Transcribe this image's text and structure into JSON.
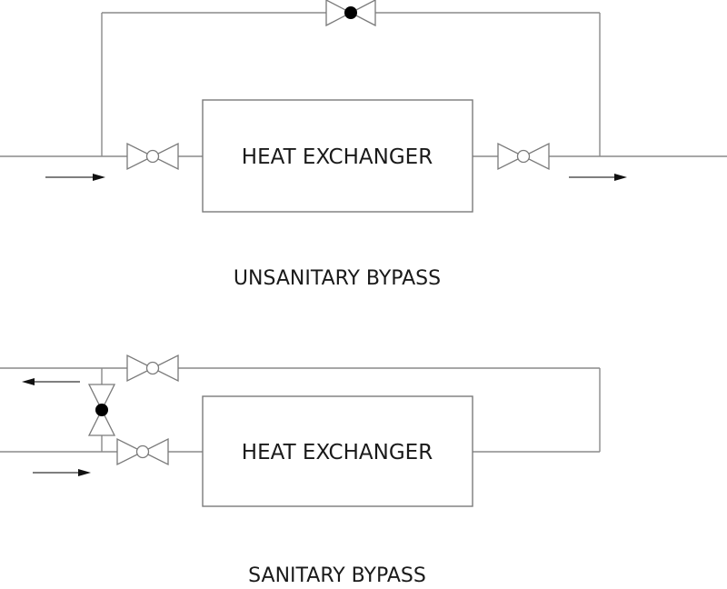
{
  "diagrams": {
    "unsanitary": {
      "exchanger_label": "HEAT EXCHANGER",
      "caption": "UNSANITARY BYPASS",
      "valves": [
        {
          "role": "bypass-valve",
          "state": "closed",
          "icon": "bow-tie-valve-filled-ball"
        },
        {
          "role": "inlet-valve",
          "state": "open",
          "icon": "bow-tie-valve-open-ball"
        },
        {
          "role": "outlet-valve",
          "state": "open",
          "icon": "bow-tie-valve-open-ball"
        }
      ],
      "flow_arrows": [
        "right",
        "right"
      ]
    },
    "sanitary": {
      "exchanger_label": "HEAT EXCHANGER",
      "caption": "SANITARY BYPASS",
      "valves": [
        {
          "role": "return-valve",
          "state": "open",
          "icon": "bow-tie-valve-open-ball"
        },
        {
          "role": "crossover-valve",
          "state": "closed",
          "icon": "bow-tie-valve-filled-ball"
        },
        {
          "role": "inlet-valve",
          "state": "open",
          "icon": "bow-tie-valve-open-ball"
        }
      ],
      "flow_arrows": [
        "left",
        "right"
      ]
    }
  },
  "colors": {
    "pipe": "#8a8a8a",
    "outline": "#7a7a7a",
    "closed_valve_ball": "#000000",
    "arrow": "#111111",
    "text": "#1a1a1a",
    "background": "#ffffff"
  }
}
